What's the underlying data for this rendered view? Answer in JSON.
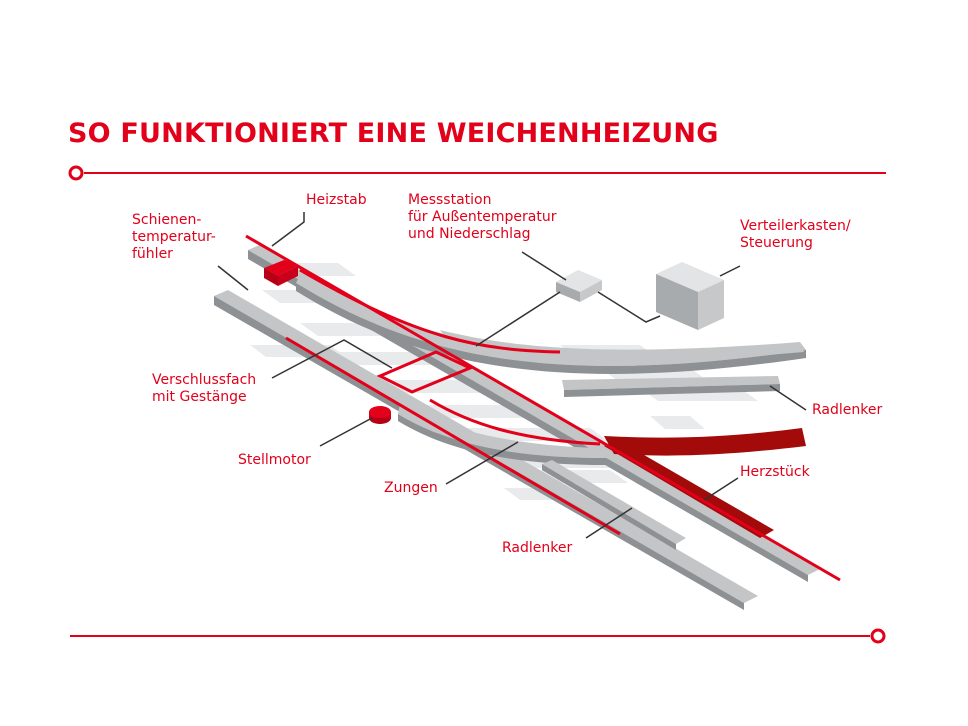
{
  "title": "SO FUNKTIONIERT EINE WEICHENHEIZUNG",
  "colors": {
    "accent": "#e2001a",
    "dark_red": "#a30a0a",
    "rail_top": "#c3c5c7",
    "rail_side": "#8e9194",
    "sleeper": "#e9eaeb",
    "leader": "#333333"
  },
  "labels": {
    "heizstab": "Heizstab",
    "schienentemperaturfuehler": [
      "Schienen-",
      "temperatur-",
      "fühler"
    ],
    "messstation": [
      "Messstation",
      "für Außentemperatur",
      "und Niederschlag"
    ],
    "verteilerkasten": [
      "Verteilerkasten/",
      "Steuerung"
    ],
    "verschlussfach": [
      "Verschlussfach",
      "mit Gestänge"
    ],
    "radlenker_right": "Radlenker",
    "stellmotor": "Stellmotor",
    "herzstueck": "Herzstück",
    "zungen": "Zungen",
    "radlenker_bottom": "Radlenker"
  }
}
